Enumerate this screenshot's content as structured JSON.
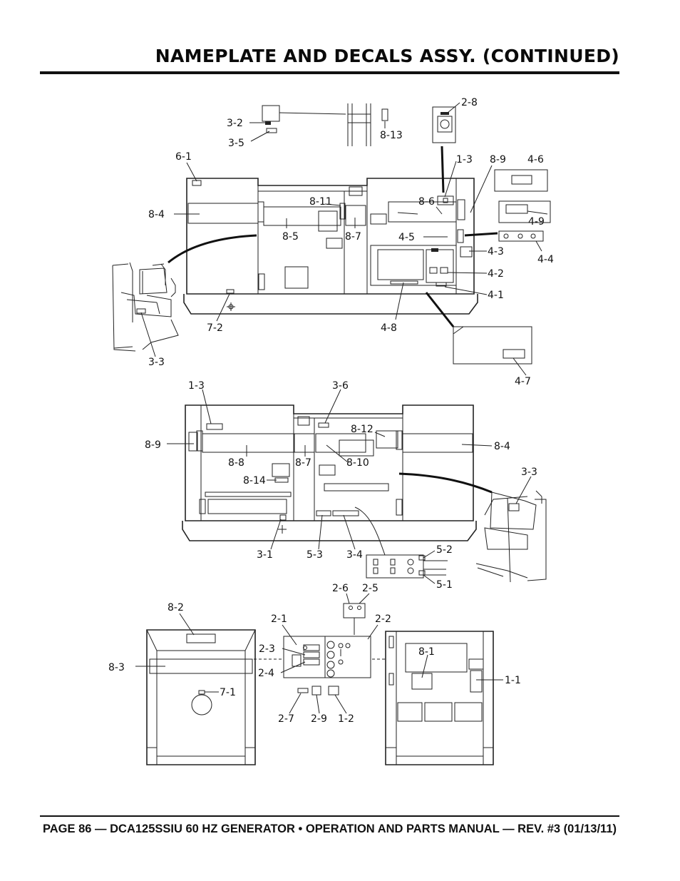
{
  "header": {
    "title": "NAMEPLATE AND DECALS ASSY. (CONTINUED)"
  },
  "footer": {
    "text": "PAGE 86 — DCA125SSIU 60 HZ GENERATOR • OPERATION AND PARTS MANUAL — REV. #3 (01/13/11)"
  },
  "callouts": {
    "top": {
      "c3_2": "3-2",
      "c3_5": "3-5",
      "c8_13": "8-13",
      "c2_8": "2-8",
      "c6_1": "6-1",
      "c1_3": "1-3",
      "c8_9": "8-9",
      "c4_6": "4-6",
      "c8_11": "8-11",
      "c8_6": "8-6",
      "c8_4": "8-4",
      "c8_5": "8-5",
      "c8_7": "8-7",
      "c4_9": "4-9",
      "c4_5": "4-5",
      "c4_3": "4-3",
      "c4_4": "4-4",
      "c4_2": "4-2",
      "c4_1": "4-1",
      "c7_2": "7-2",
      "c4_8": "4-8",
      "c3_3": "3-3",
      "c4_7": "4-7"
    },
    "middle": {
      "c1_3": "1-3",
      "c3_6": "3-6",
      "c8_12": "8-12",
      "c8_9": "8-9",
      "c8_8": "8-8",
      "c8_7": "8-7",
      "c8_10": "8-10",
      "c8_4": "8-4",
      "c8_14": "8-14",
      "c3_3": "3-3",
      "c3_1": "3-1",
      "c5_3": "5-3",
      "c3_4": "3-4",
      "c5_2": "5-2",
      "c5_1": "5-1"
    },
    "bottom": {
      "c8_2": "8-2",
      "c2_6": "2-6",
      "c2_5": "2-5",
      "c2_1": "2-1",
      "c2_2": "2-2",
      "c8_3": "8-3",
      "c2_3": "2-3",
      "c2_4": "2-4",
      "c8_1": "8-1",
      "c1_1": "1-1",
      "c7_1": "7-1",
      "c2_7": "2-7",
      "c2_9": "2-9",
      "c1_2": "1-2"
    }
  }
}
